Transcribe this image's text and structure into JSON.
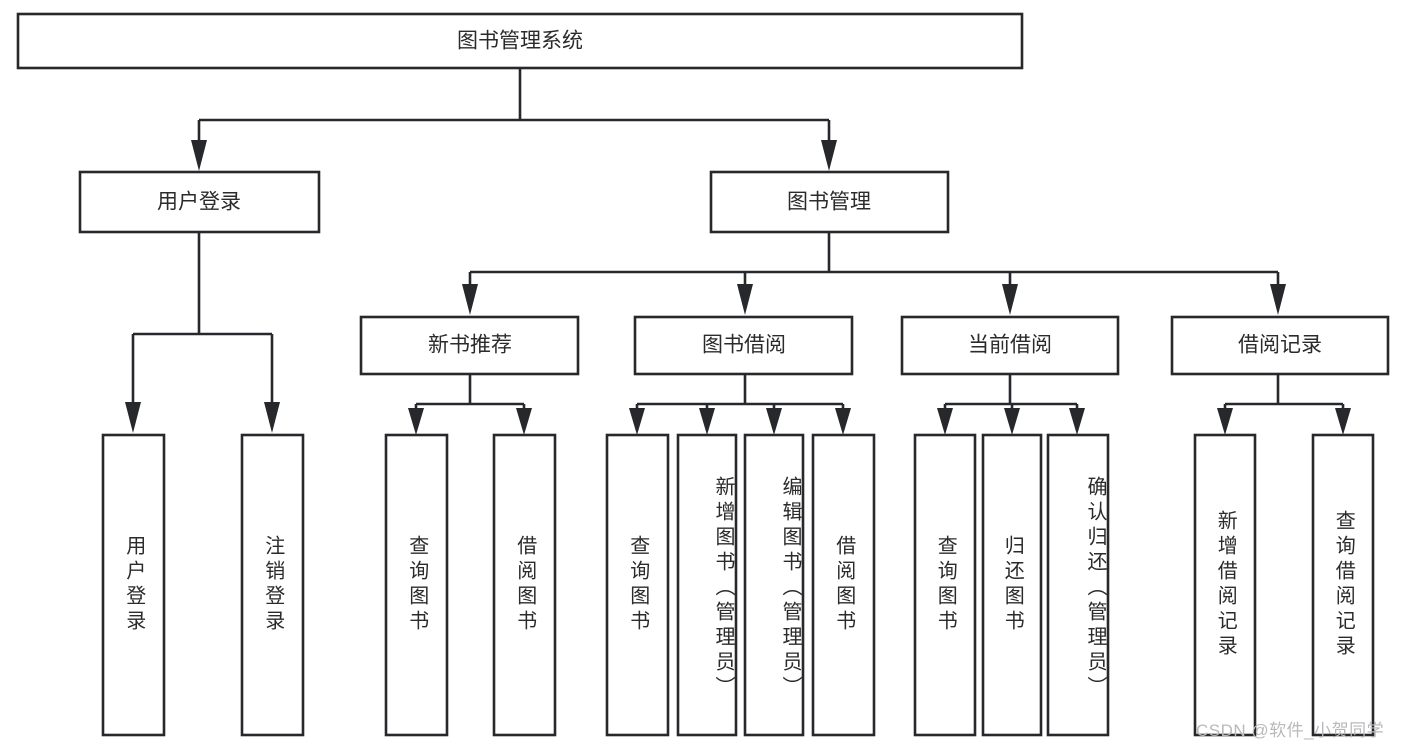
{
  "diagram": {
    "type": "tree-hierarchy",
    "title": "图书管理系统",
    "colors": {
      "stroke": "#26282b",
      "box_fill": "#ffffff",
      "text": "#2b2b2b",
      "background": "#ffffff",
      "watermark": "#b9b9b9"
    },
    "root": {
      "label": "图书管理系统"
    },
    "level2": [
      {
        "label": "用户登录"
      },
      {
        "label": "图书管理"
      }
    ],
    "level3": [
      {
        "label": "新书推荐"
      },
      {
        "label": "图书借阅"
      },
      {
        "label": "当前借阅"
      },
      {
        "label": "借阅记录"
      }
    ],
    "leaves": {
      "user_login": [
        {
          "label": "用户登录"
        },
        {
          "label": "注销登录"
        }
      ],
      "new_book_recommend": [
        {
          "label": "查询图书"
        },
        {
          "label": "借阅图书"
        }
      ],
      "book_borrow": [
        {
          "label": "查询图书"
        },
        {
          "label": "新增图书（管理员）"
        },
        {
          "label": "编辑图书（管理员）"
        },
        {
          "label": "借阅图书"
        }
      ],
      "current_borrow": [
        {
          "label": "查询图书"
        },
        {
          "label": "归还图书"
        },
        {
          "label": "确认归还（管理员）"
        }
      ],
      "borrow_record": [
        {
          "label": "新增借阅记录"
        },
        {
          "label": "查询借阅记录"
        }
      ]
    },
    "watermark": "CSDN @软件_小贺同学"
  }
}
